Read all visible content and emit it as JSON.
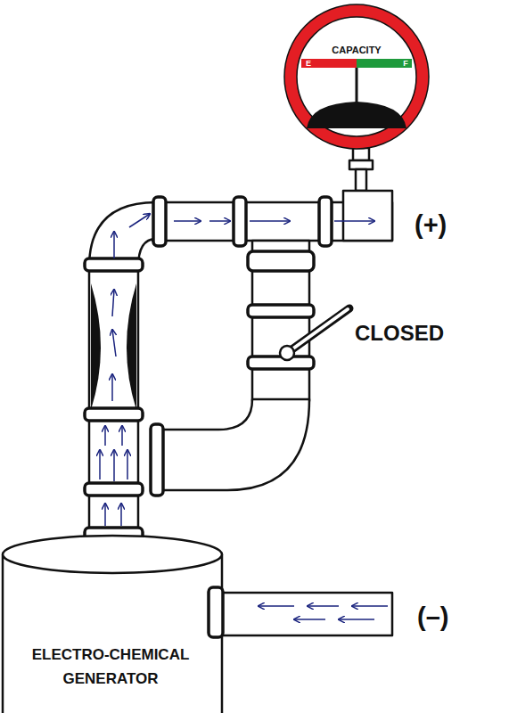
{
  "diagram": {
    "nodes": [
      {
        "text": [
          "CAPACITY",
          "E",
          "F"
        ]
      },
      {
        "text": [
          "ELECTRO-CHEMICAL GENERATOR"
        ]
      }
    ],
    "labels": [
      "(+)",
      "CLOSED",
      "(–)"
    ]
  }
}
